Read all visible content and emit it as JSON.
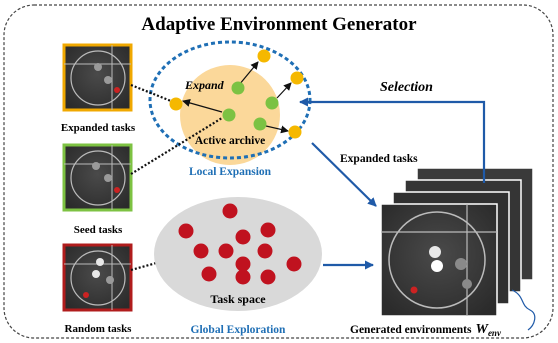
{
  "title": "Adaptive Environment Generator",
  "labels": {
    "expand": "Expand",
    "active_archive": "Active archive",
    "local_expansion": "Local Expansion",
    "selection": "Selection",
    "expanded_tasks_arrow": "Expanded tasks",
    "expanded_tasks": "Expanded tasks",
    "seed_tasks": "Seed tasks",
    "random_tasks": "Random tasks",
    "task_space": "Task space",
    "global_exploration": "Global Exploration",
    "generated_environments": "Generated environments",
    "w_symbol": "W",
    "w_subscript": "env"
  },
  "colors": {
    "expanded_frame": "#f0a800",
    "seed_frame": "#7dc242",
    "random_frame": "#b01c1c",
    "archive_fill": "#fbd89a",
    "archive_border": "#1f6fb5",
    "task_space_fill": "#d9d9d9",
    "red_dot": "#c0121f",
    "green_dot": "#7cc243",
    "yellow_dot": "#f5b800",
    "blue_text": "#1f6fb5",
    "arrow_blue": "#1f5aa8"
  }
}
